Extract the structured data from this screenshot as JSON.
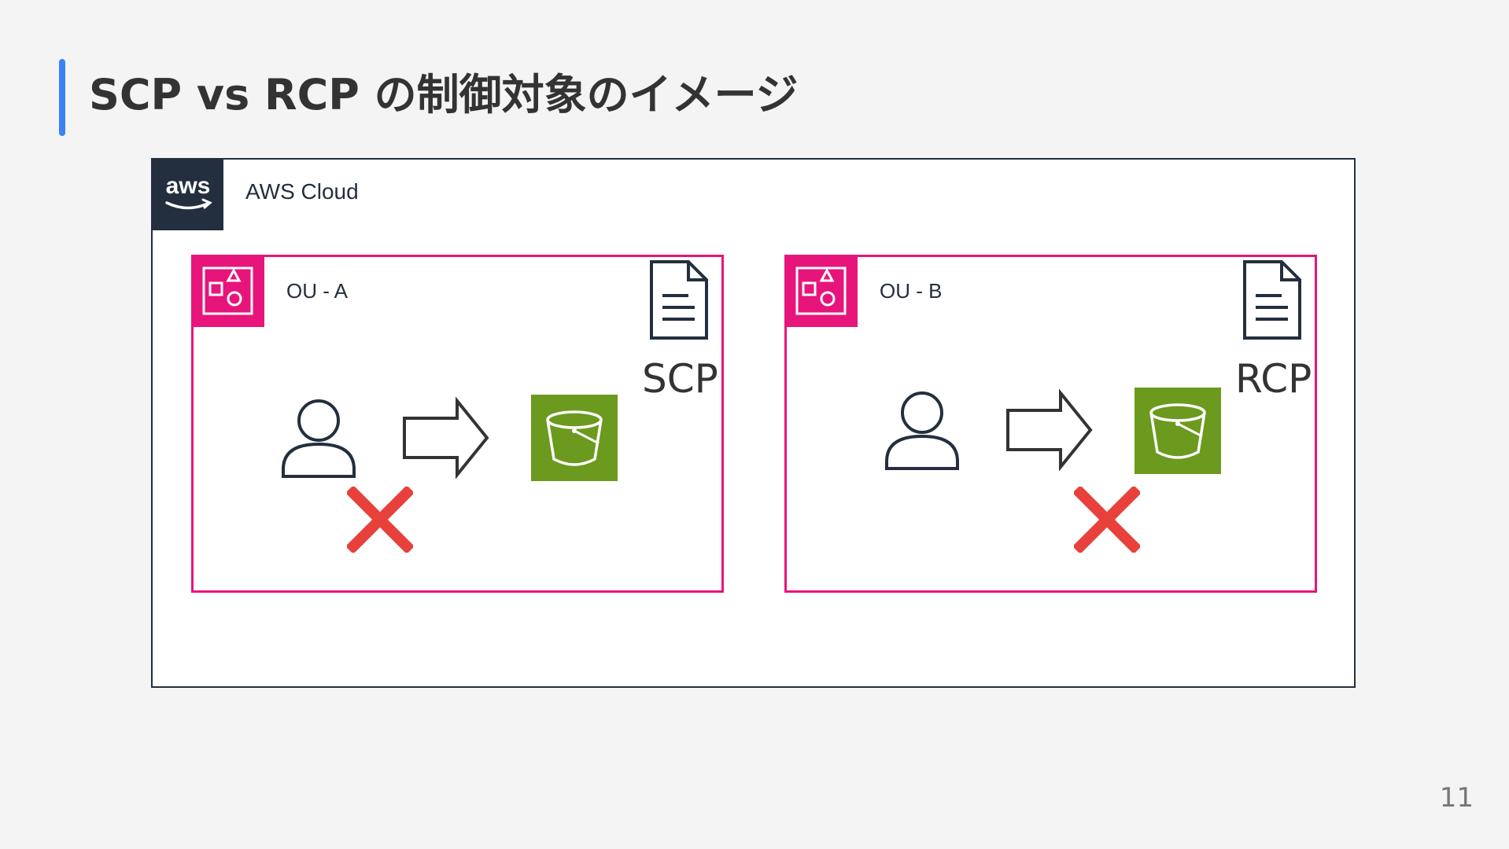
{
  "title": "SCP vs RCP の制御対象のイメージ",
  "page_number": "11",
  "cloud": {
    "logo_text": "aws",
    "label": "AWS Cloud"
  },
  "ous": [
    {
      "label": "OU - A",
      "policy": "SCP",
      "deny_target": "user",
      "icons": [
        "organizational-unit-icon",
        "policy-document-icon",
        "user-icon",
        "arrow-icon",
        "s3-bucket-icon",
        "deny-x-icon"
      ]
    },
    {
      "label": "OU - B",
      "policy": "RCP",
      "deny_target": "bucket",
      "icons": [
        "organizational-unit-icon",
        "policy-document-icon",
        "user-icon",
        "arrow-icon",
        "s3-bucket-icon",
        "deny-x-icon"
      ]
    }
  ],
  "colors": {
    "accent": "#3b82f6",
    "ou_border": "#e7157b",
    "aws_dark": "#232f3e",
    "s3_green": "#6b9a1f",
    "deny_red": "#e8413b"
  }
}
